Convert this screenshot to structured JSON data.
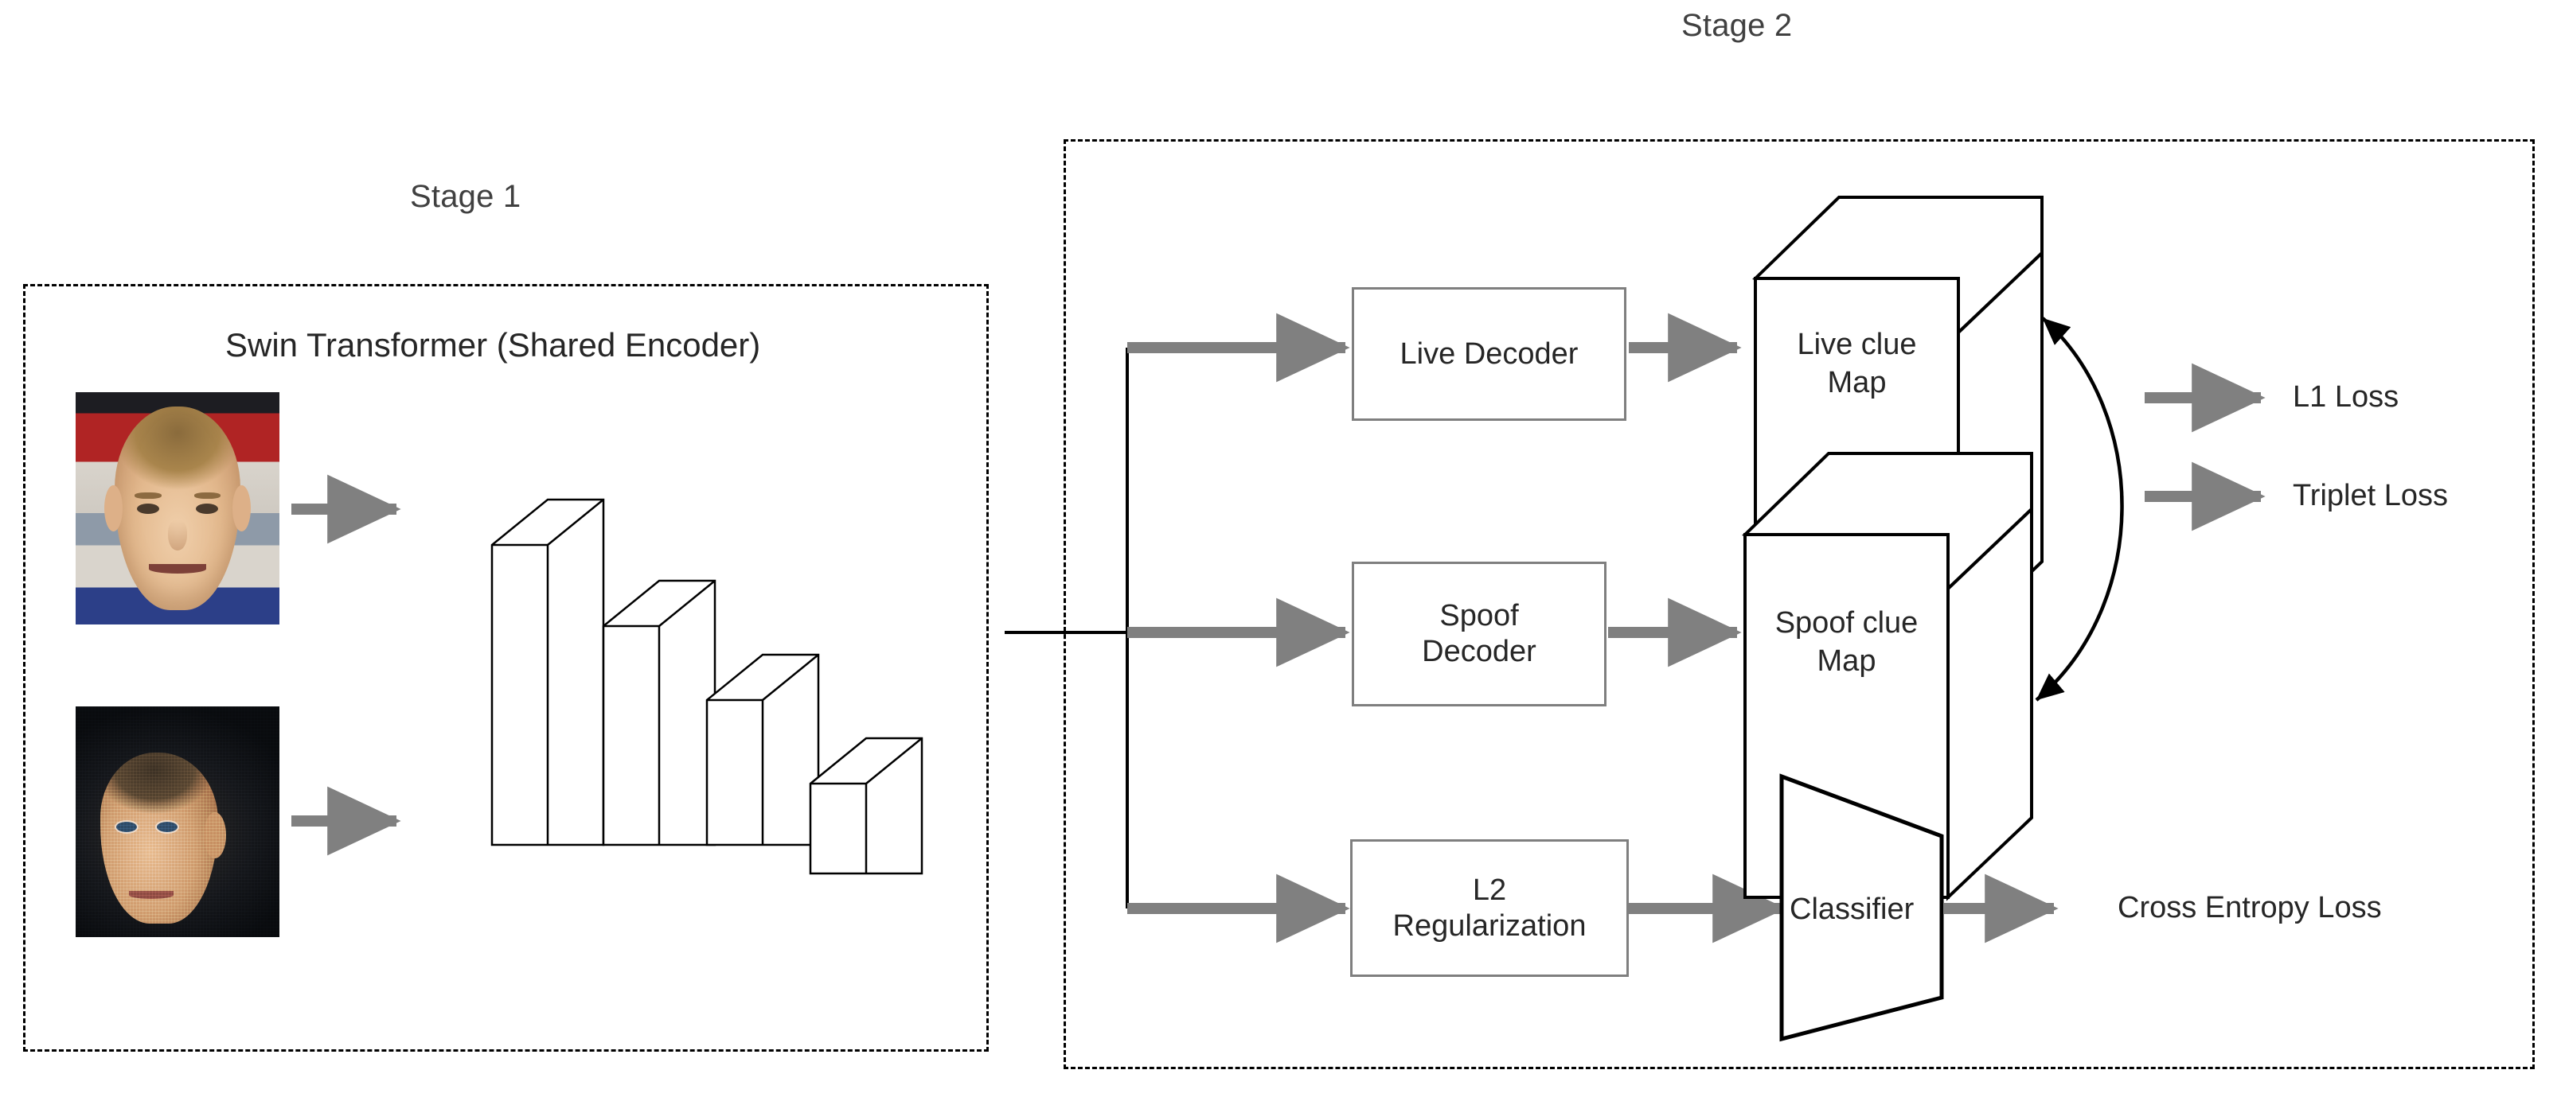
{
  "figure": {
    "type": "architecture-diagram",
    "background": "#ffffff",
    "accent_gray": "#7f7f7f",
    "line_black": "#000000",
    "text_color": "#262626"
  },
  "stage1": {
    "caption": "Stage 1",
    "encoder_title": "Swin Transformer (Shared Encoder)",
    "inputs": [
      {
        "name": "live-face-image",
        "kind": "live"
      },
      {
        "name": "spoof-face-image",
        "kind": "spoof"
      }
    ],
    "feature_blocks": [
      {
        "index": 1,
        "label": ""
      },
      {
        "index": 2,
        "label": ""
      },
      {
        "index": 3,
        "label": ""
      },
      {
        "index": 4,
        "label": ""
      }
    ]
  },
  "stage2": {
    "caption": "Stage 2",
    "branches": [
      {
        "box": "Live Decoder",
        "output": "Live clue\nMap"
      },
      {
        "box": "Spoof\nDecoder",
        "output": "Spoof clue\nMap"
      },
      {
        "box": "L2\nRegularization",
        "output": "Classifier"
      }
    ],
    "boxes": {
      "live_decoder": "Live Decoder",
      "spoof_decoder_line1": "Spoof",
      "spoof_decoder_line2": "Decoder",
      "l2_line1": "L2",
      "l2_line2": "Regularization"
    },
    "cubes": {
      "live_clue_line1": "Live clue",
      "live_clue_line2": "Map",
      "spoof_clue_line1": "Spoof clue",
      "spoof_clue_line2": "Map"
    },
    "classifier_label": "Classifier",
    "losses": [
      {
        "label": "L1 Loss"
      },
      {
        "label": "Triplet Loss"
      },
      {
        "label": "Cross Entropy Loss"
      }
    ],
    "loss_l1": "L1 Loss",
    "loss_triplet": "Triplet Loss",
    "loss_cross_entropy": "Cross Entropy Loss"
  }
}
